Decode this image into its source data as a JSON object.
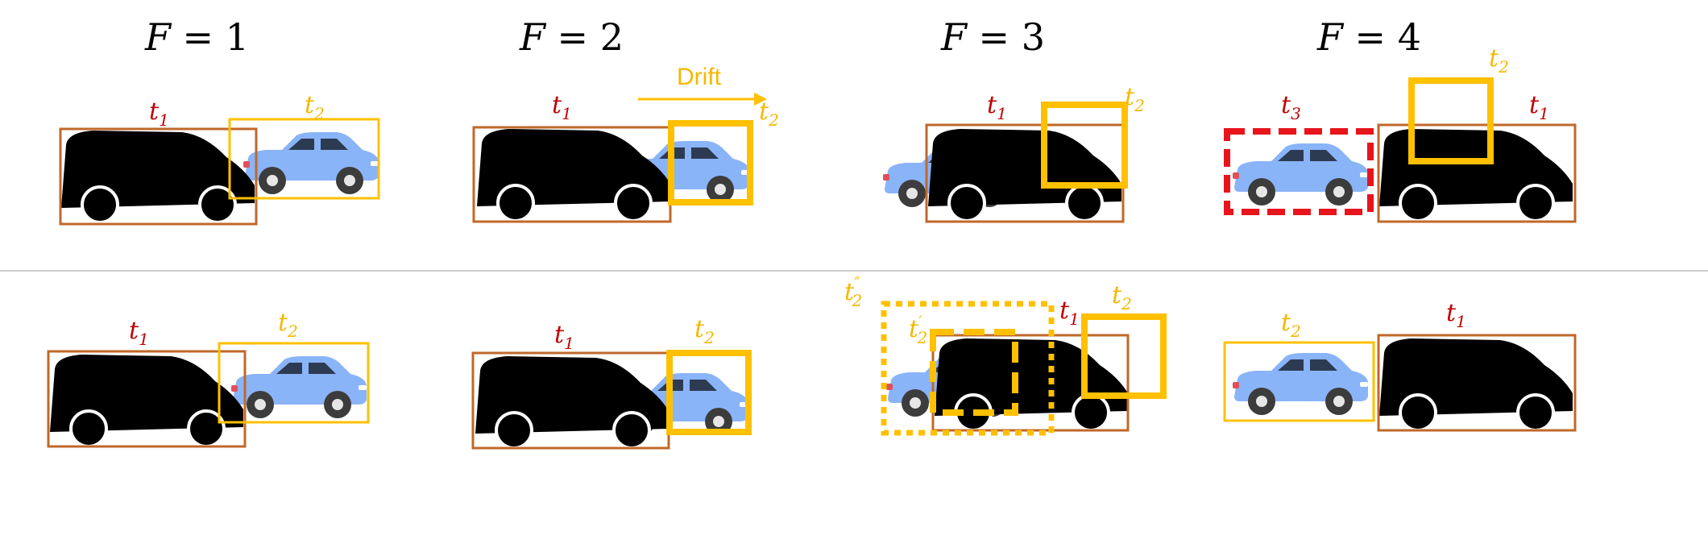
{
  "colors": {
    "t1": "#c00000",
    "t2": "#f5b800",
    "t3": "#c00000",
    "box_t1": "#c0682a",
    "box_t2": "#ffc000",
    "box_t3": "#e8141c",
    "divider": "#cccccc",
    "van": "#000000",
    "car": "#8ab4f8"
  },
  "frames": [
    {
      "label_pre": "F",
      "label_eq": " = 1"
    },
    {
      "label_pre": "F",
      "label_eq": " = 2"
    },
    {
      "label_pre": "F",
      "label_eq": " = 3"
    },
    {
      "label_pre": "F",
      "label_eq": " = 4"
    }
  ],
  "labels": {
    "t1_base": "t",
    "t1_sub": "1",
    "t2_base": "t",
    "t2_sub": "2",
    "t3_base": "t",
    "t3_sub": "3",
    "t2_prime_sup": "′",
    "t2_dprime_sup": "″",
    "drift": "Drift"
  },
  "icons": {
    "van": "black-minivan-icon",
    "car": "blue-sedan-icon",
    "arrow": "drift-arrow-icon"
  }
}
